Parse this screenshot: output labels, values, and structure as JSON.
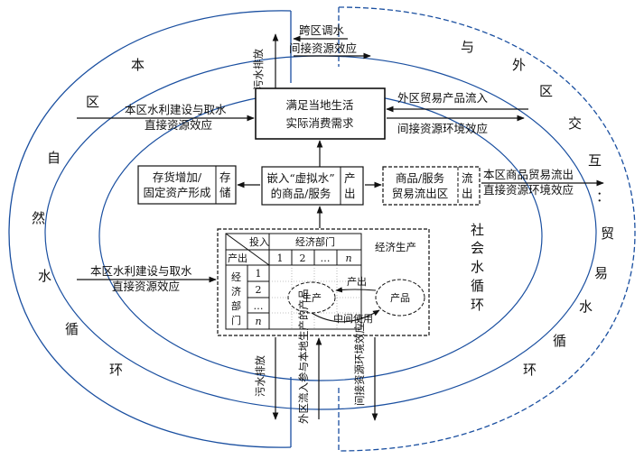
{
  "outer_left_chars": [
    "本",
    "区",
    "自",
    "然",
    "水",
    "循",
    "环"
  ],
  "outer_right_chars": [
    "与",
    "外",
    "区",
    "交",
    "互",
    "：",
    "贸",
    "易",
    "水",
    "循",
    "环"
  ],
  "social_chars": [
    "社",
    "会",
    "水",
    "循",
    "环"
  ],
  "top": {
    "cross_region": "跨区调水",
    "indirect_effect": "间接资源效应",
    "sewage": "污水排放"
  },
  "consumption": {
    "line1": "满足当地生活",
    "line2": "实际消费需求"
  },
  "left_upper": {
    "line1": "本区水利建设与取水",
    "line2": "直接资源效应"
  },
  "right_upper": {
    "line1": "外区贸易产品流入",
    "line2": "间接资源环境效应"
  },
  "inventory": {
    "line1": "存货增加/",
    "line2": "固定资产形成",
    "tag1": "存",
    "tag2": "储"
  },
  "embed": {
    "line1": "嵌入“虚拟水”",
    "line2": "的商品/服务",
    "tag1": "产",
    "tag2": "出"
  },
  "export": {
    "line1": "商品/服务",
    "line2": "贸易流出区",
    "tag1": "流",
    "tag2": "出"
  },
  "right_mid": {
    "line1": "本区商品贸易流出",
    "line2": "直接资源环境效应"
  },
  "economy": {
    "title": "经济生产",
    "input_label": "投入",
    "output_label": "产出",
    "sectors_header": "经济部门",
    "col_headers": [
      "1",
      "2",
      "…",
      "n"
    ],
    "row_label_chars": [
      "经",
      "济",
      "部",
      "门"
    ],
    "row_headers": [
      "1",
      "2",
      "…",
      "n"
    ],
    "production": "生产",
    "product": "产品",
    "output_arrow": "产出",
    "intermediate_use": "中间使用"
  },
  "left_lower": {
    "line1": "本区水利建设与取水",
    "line2": "直接资源效应"
  },
  "bottom": {
    "sewage": "污水排放",
    "inflow": "外区流入参与本地生产的产品",
    "indirect": "间接资源环境效应"
  }
}
